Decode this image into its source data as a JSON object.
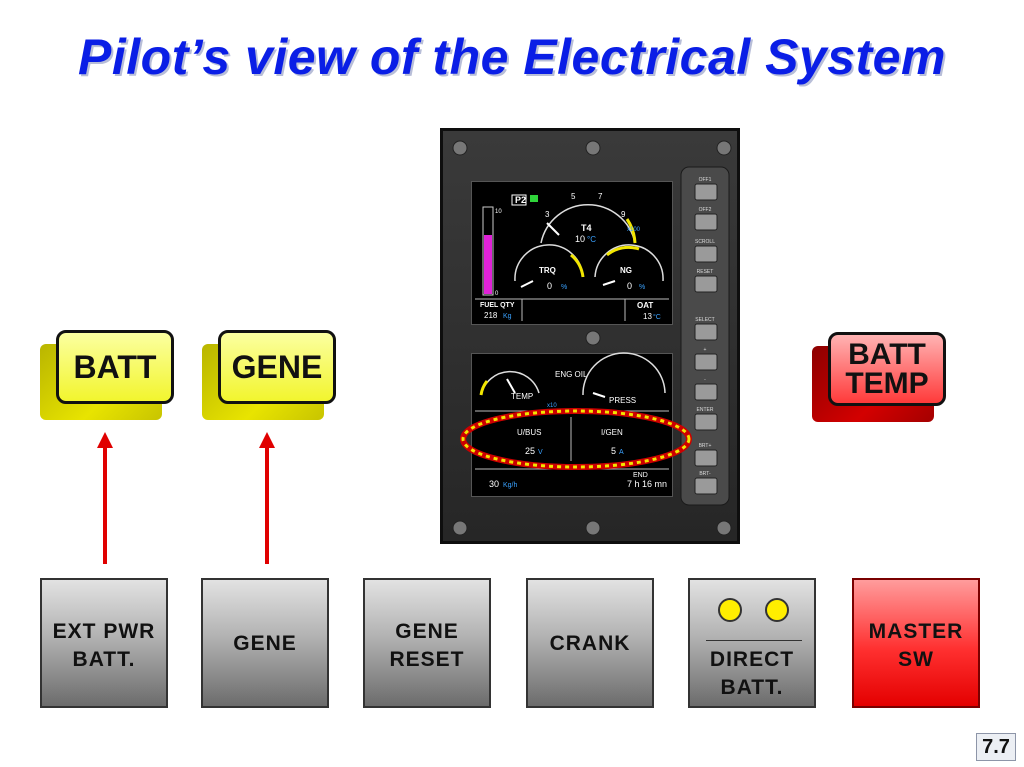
{
  "title": "Pilot’s view of the Electrical System",
  "annunciators": {
    "batt": "BATT",
    "gene": "GENE",
    "batt_temp_line1": "BATT",
    "batt_temp_line2": "TEMP"
  },
  "switches": {
    "ext_pwr_line1": "EXT PWR",
    "ext_pwr_line2": "BATT.",
    "gene": "GENE",
    "gene_reset_line1": "GENE",
    "gene_reset_line2": "RESET",
    "crank": "CRANK",
    "direct_line1": "DIRECT",
    "direct_line2": "BATT.",
    "master_line1": "MASTER",
    "master_line2": "SW"
  },
  "display": {
    "side_buttons": [
      "OFF1",
      "OFF2",
      "SCROLL",
      "RESET",
      "SELECT",
      "+",
      "-",
      "ENTER",
      "BRT+",
      "BRT-"
    ],
    "upper": {
      "page": "P2",
      "t4": "T4",
      "t4_value": "10",
      "t4_unit": "°C",
      "t4_scale": "x100",
      "t4_ticks": [
        "3",
        "5",
        "7",
        "9"
      ],
      "trq": "TRQ",
      "trq_value": "0",
      "trq_unit": "%",
      "ng": "NG",
      "ng_value": "0",
      "ng_unit": "%",
      "fuel_label": "FUEL QTY",
      "fuel_value": "218",
      "fuel_unit": "Kg",
      "fuel_scale_top": "10",
      "fuel_scale_bottom": "0",
      "oat_label": "OAT",
      "oat_value": "13",
      "oat_unit": "°C"
    },
    "lower": {
      "eng_oil": "ENG OIL",
      "temp": "TEMP",
      "temp_scale": "x10",
      "press": "PRESS",
      "ubus_label": "U/BUS",
      "ubus_value": "25",
      "ubus_unit": "V",
      "igen_label": "I/GEN",
      "igen_value": "5",
      "igen_unit": "A",
      "ff_value": "30",
      "ff_unit": "Kg/h",
      "end_label": "END",
      "end_value": "7 h 16 mn"
    }
  },
  "page_number": "7.7",
  "colors": {
    "title": "#0a1ee6",
    "arrow": "#e00000",
    "highlight_ring": "#f2e600",
    "annunciator_yellow": "#f2f52e",
    "annunciator_red": "#ff3a3a",
    "indicator_light": "#ffee00"
  }
}
